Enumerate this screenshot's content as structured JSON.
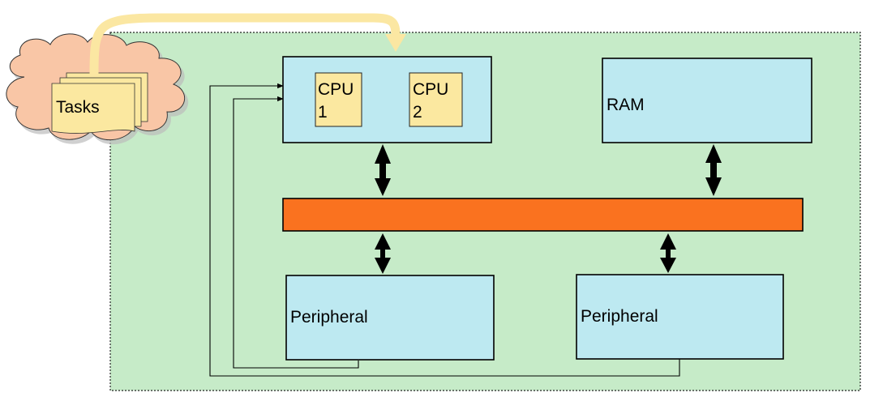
{
  "tasks": {
    "label": "Tasks"
  },
  "cpu_block": {
    "cpu1": {
      "line1": "CPU",
      "line2": "1"
    },
    "cpu2": {
      "line1": "CPU",
      "line2": "2"
    }
  },
  "ram": {
    "label": "RAM"
  },
  "peripherals": [
    {
      "label": "Peripheral"
    },
    {
      "label": "Peripheral"
    }
  ],
  "colors": {
    "board": "#c6ebc8",
    "block": "#bde9f1",
    "cpu_core": "#fbe8a0",
    "bus": "#fa721f",
    "cloud": "#f9c6a6",
    "task_card": "#fbe8a0",
    "task_arrow": "#fbe7a2"
  }
}
